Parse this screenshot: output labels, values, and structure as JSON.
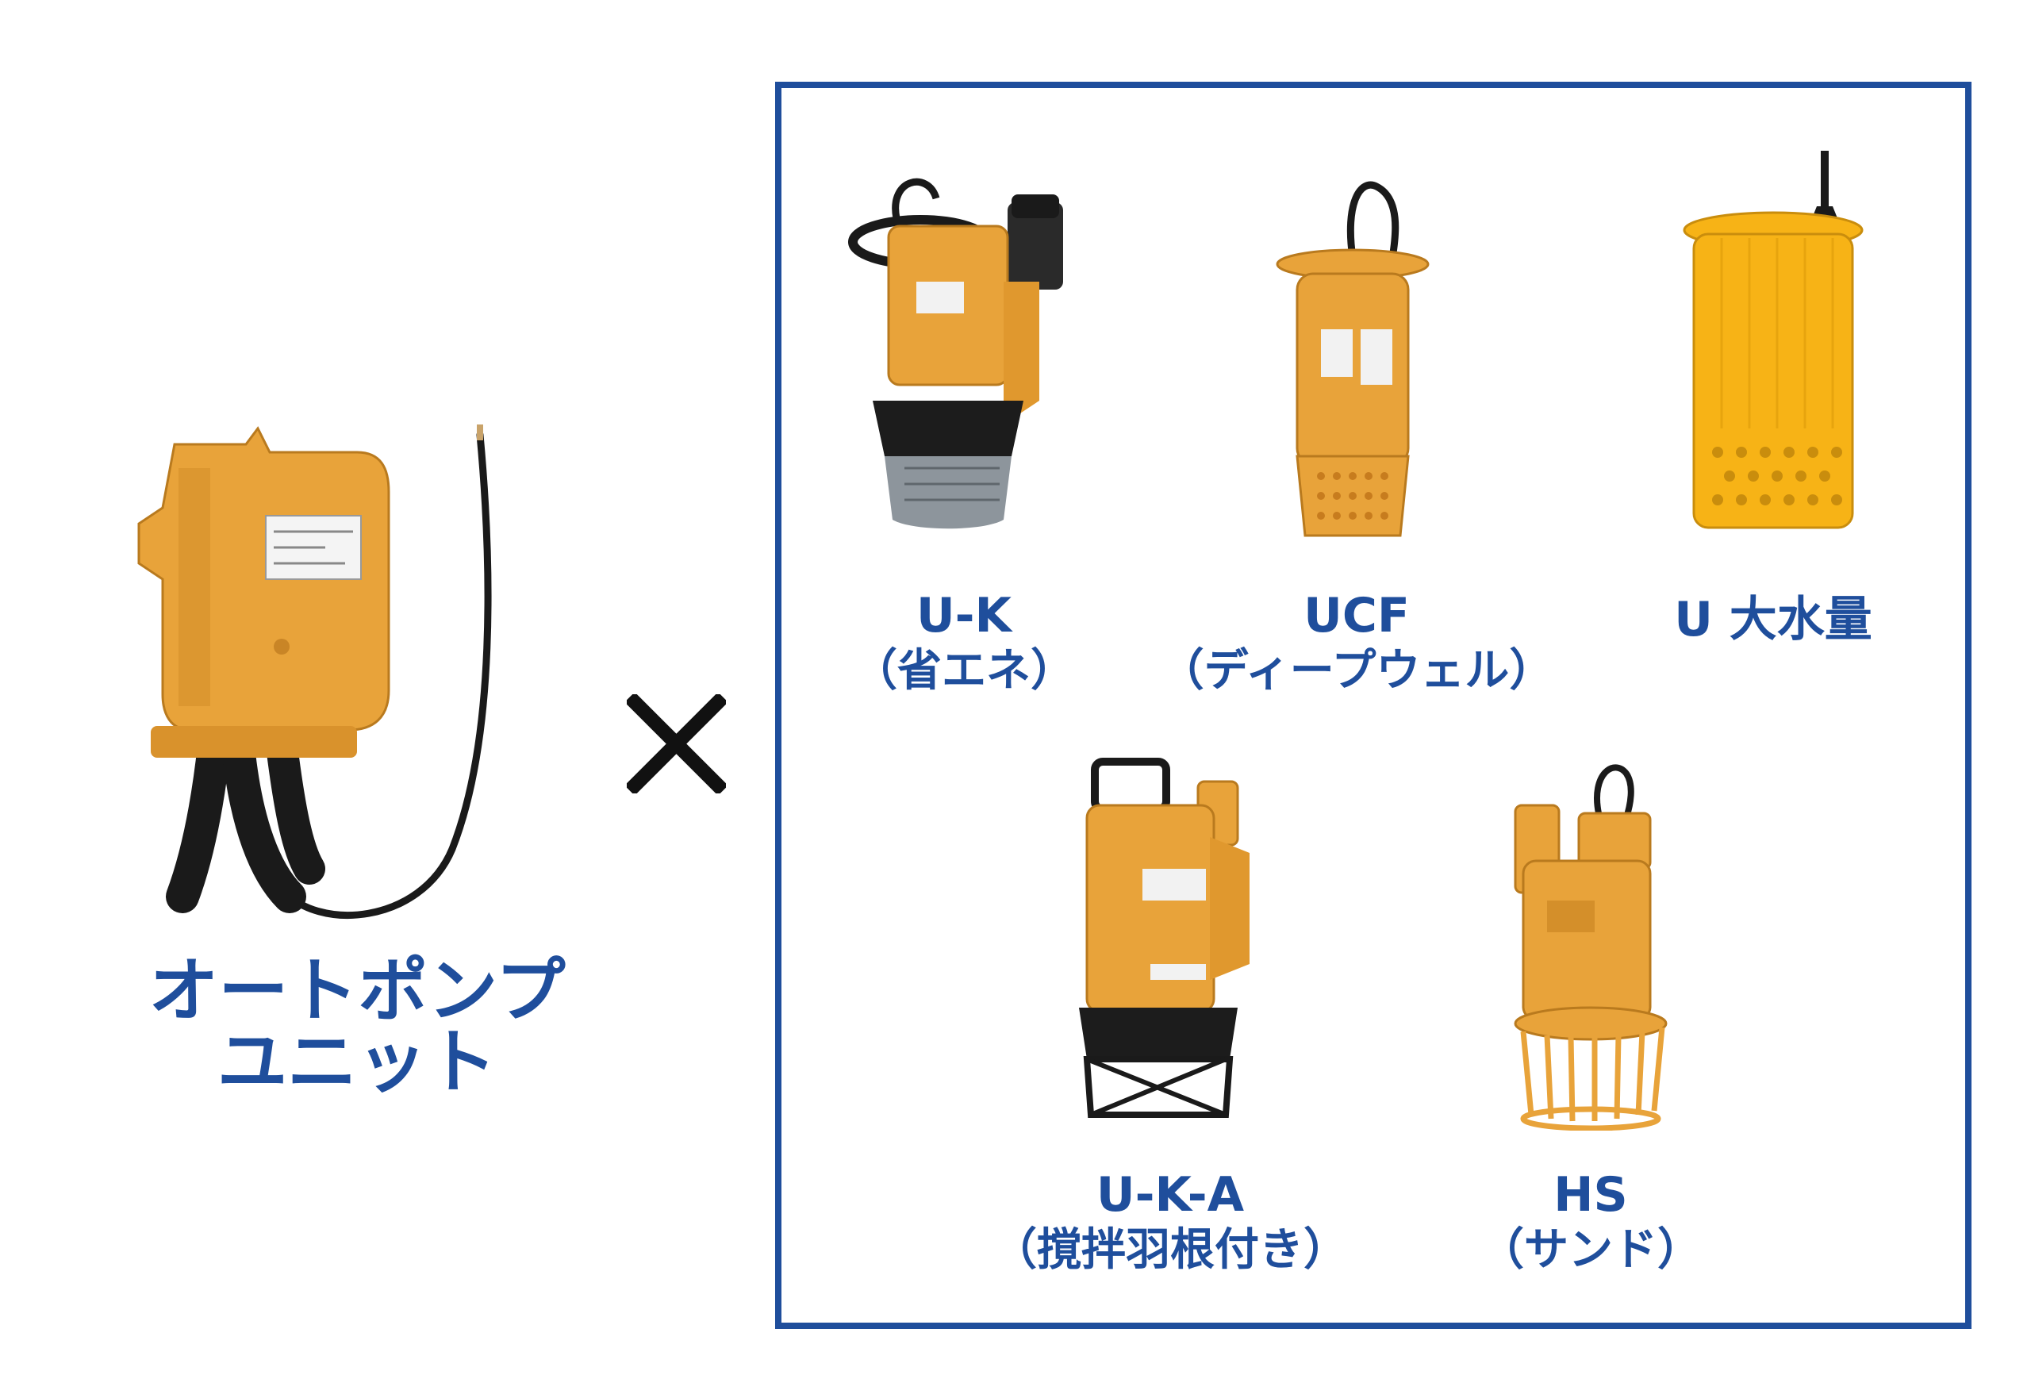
{
  "unit": {
    "label_line1": "オートポンプ",
    "label_line2": "ユニット"
  },
  "operator": "×",
  "pumps": [
    {
      "name": "U-K",
      "sub": "（省エネ）"
    },
    {
      "name": "UCF",
      "sub": "（ディープウェル）"
    },
    {
      "name": "U 大水量",
      "sub": ""
    },
    {
      "name": "U-K-A",
      "sub": "（撹拌羽根付き）"
    },
    {
      "name": "HS",
      "sub": "（サンド）"
    }
  ],
  "colors": {
    "brand_blue": "#1f4e9c",
    "pump_orange": "#e8a33a",
    "pump_yellow": "#f7b316",
    "black": "#1a1a1a"
  }
}
